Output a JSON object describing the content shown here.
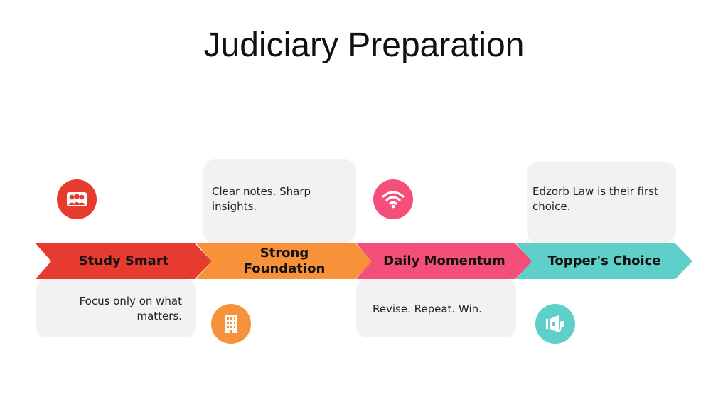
{
  "title": "Judiciary Preparation",
  "colors": {
    "red": "#e63b2e",
    "orange": "#f7923a",
    "pink": "#f44f7b",
    "teal": "#5ecfc9",
    "card": "#f2f2f2"
  },
  "steps": [
    {
      "label_lines": [
        "Study Smart"
      ],
      "note": "Focus only on what matters.",
      "icon": "users-icon"
    },
    {
      "label_lines": [
        "Strong",
        "Foundation"
      ],
      "note": "Clear notes. Sharp insights.",
      "icon": "building-icon"
    },
    {
      "label_lines": [
        "Daily Momentum"
      ],
      "note": "Revise. Repeat. Win.",
      "icon": "wifi-icon"
    },
    {
      "label_lines": [
        "Topper's Choice"
      ],
      "note": "Edzorb Law is their first choice.",
      "icon": "megaphone-icon"
    }
  ]
}
